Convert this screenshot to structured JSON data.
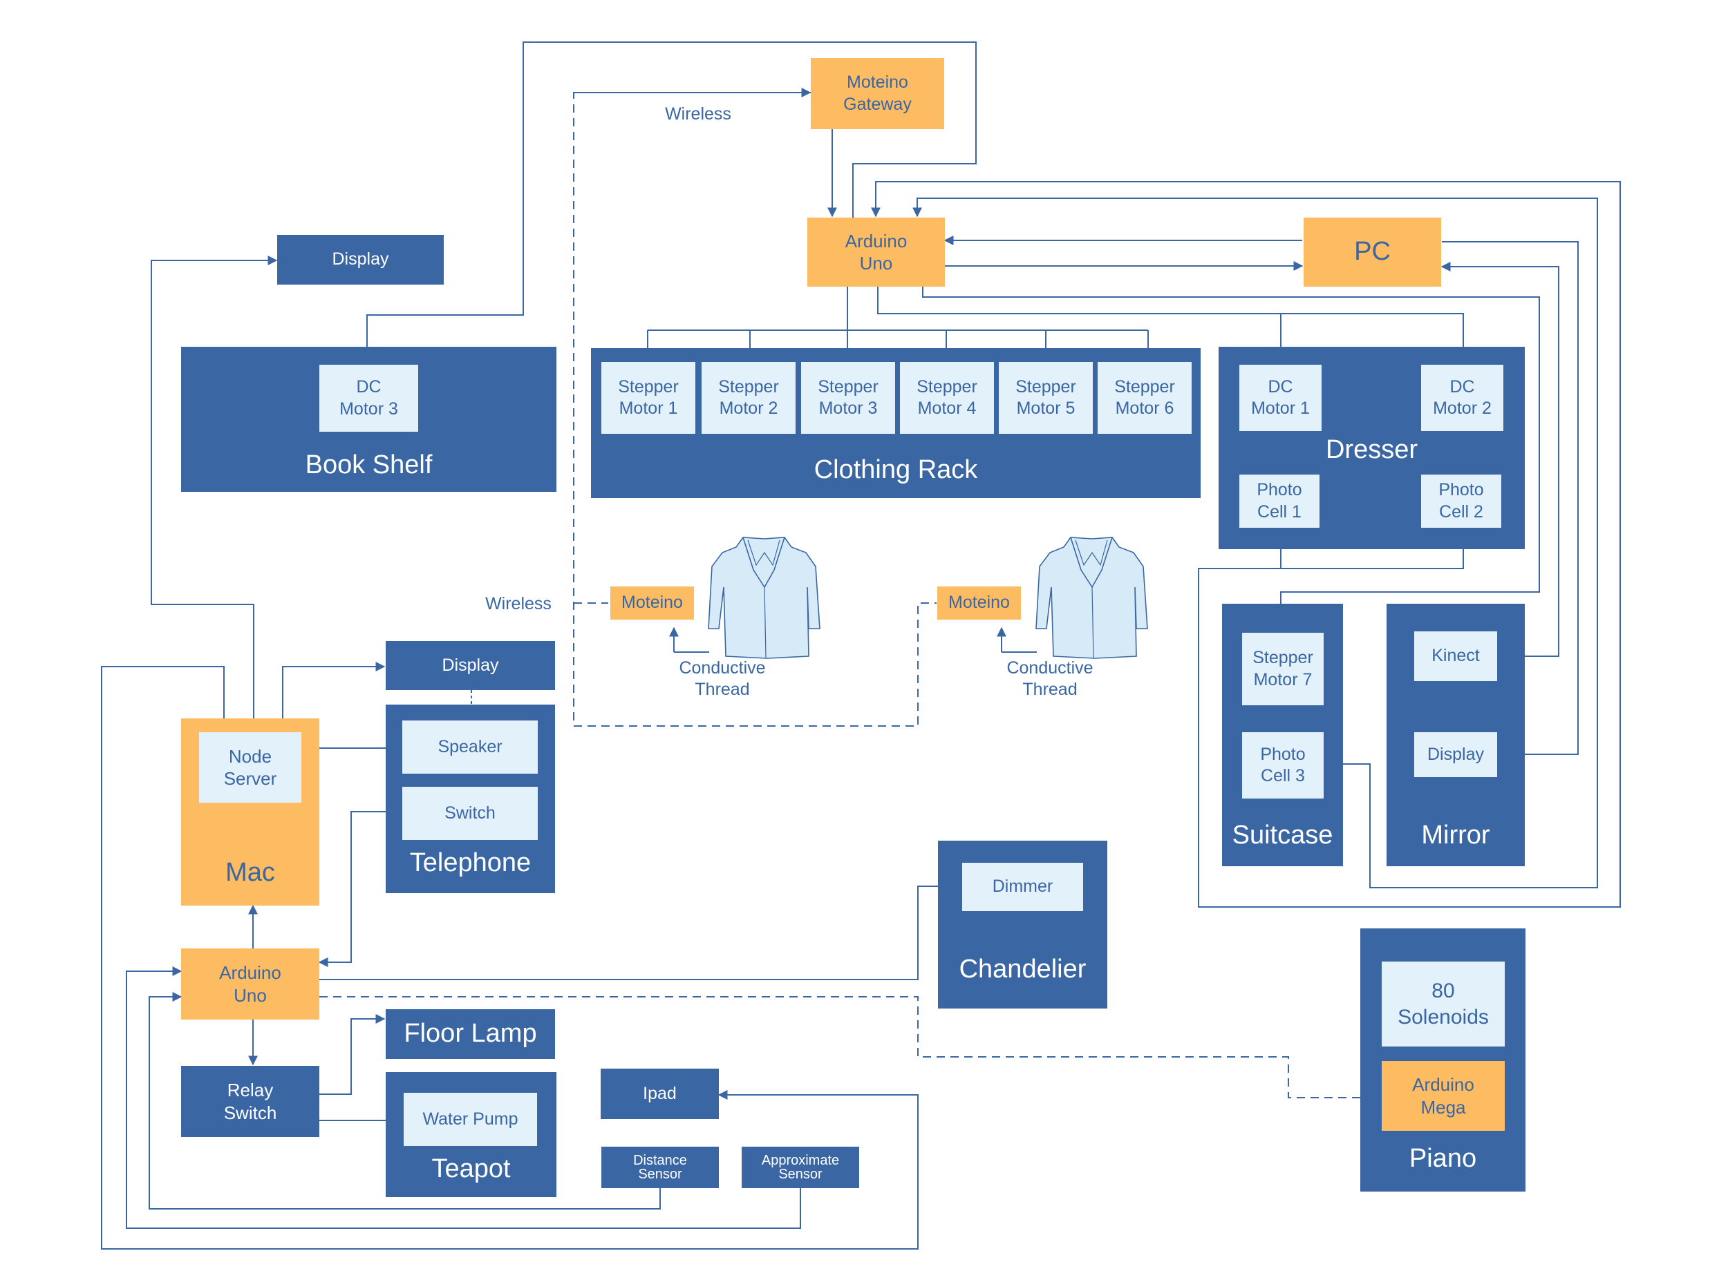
{
  "labels": {
    "moteino_gateway": "Moteino\nGateway",
    "wireless_top": "Wireless",
    "wireless_left": "Wireless",
    "arduino_uno_top": "Arduino\nUno",
    "pc": "PC",
    "display_top": "Display",
    "book_shelf": "Book Shelf",
    "dc_motor_3": "DC\nMotor 3",
    "clothing_rack": "Clothing Rack",
    "stepper_motors": [
      "Stepper\nMotor 1",
      "Stepper\nMotor 2",
      "Stepper\nMotor 3",
      "Stepper\nMotor 4",
      "Stepper\nMotor 5",
      "Stepper\nMotor 6"
    ],
    "dresser": "Dresser",
    "dc_motor_1": "DC\nMotor 1",
    "dc_motor_2": "DC\nMotor 2",
    "photo_cell_1": "Photo\nCell 1",
    "photo_cell_2": "Photo\nCell 2",
    "moteino_1": "Moteino",
    "moteino_2": "Moteino",
    "conductive_thread_1": "Conductive\nThread",
    "conductive_thread_2": "Conductive\nThread",
    "suitcase": "Suitcase",
    "stepper_motor_7": "Stepper\nMotor 7",
    "photo_cell_3": "Photo\nCell 3",
    "mirror": "Mirror",
    "kinect": "Kinect",
    "display_mirror": "Display",
    "display_phone": "Display",
    "mac": "Mac",
    "node_server": "Node\nServer",
    "telephone": "Telephone",
    "speaker": "Speaker",
    "switch": "Switch",
    "arduino_uno_bottom": "Arduino\nUno",
    "chandelier": "Chandelier",
    "dimmer": "Dimmer",
    "floor_lamp": "Floor Lamp",
    "relay_switch": "Relay\nSwitch",
    "teapot": "Teapot",
    "water_pump": "Water Pump",
    "ipad": "Ipad",
    "distance_sensor": "Distance\nSensor",
    "approximate_sensor": "Approximate\nSensor",
    "piano": "Piano",
    "solenoids": "80\nSolenoids",
    "arduino_mega": "Arduino\nMega"
  },
  "colors": {
    "dark_blue": "#3a67a3",
    "light_blue": "#e3f1fa",
    "orange": "#fdbb62",
    "line": "#3a67a3"
  },
  "icons": [
    "jacket-icon",
    "jacket-icon"
  ]
}
